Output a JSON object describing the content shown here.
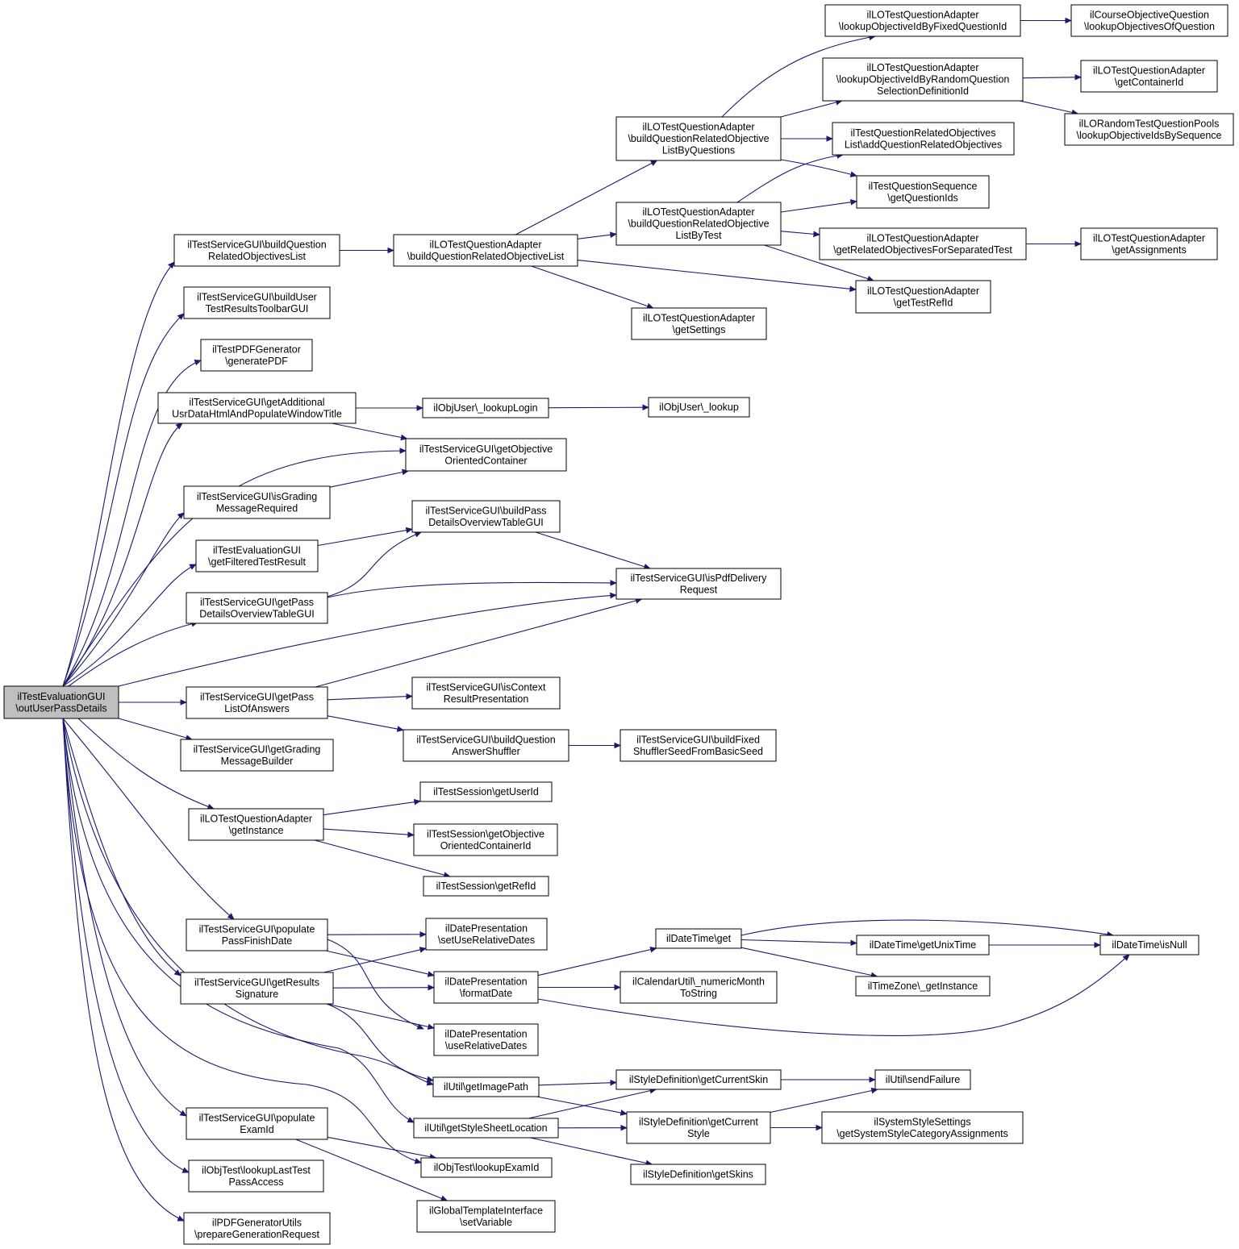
{
  "colors": {
    "edge": "#191970",
    "root_fill": "#bfbfbf",
    "node_fill": "#ffffff",
    "node_border": "#000000"
  },
  "nodes": [
    {
      "id": "root",
      "lines": [
        "ilTestEvaluationGUI",
        "\\outUserPassDetails"
      ],
      "root": true
    },
    {
      "id": "buildQRO",
      "lines": [
        "ilTestServiceGUI\\buildQuestion",
        "RelatedObjectivesList"
      ]
    },
    {
      "id": "buildUserTRT",
      "lines": [
        "ilTestServiceGUI\\buildUser",
        "TestResultsToolbarGUI"
      ]
    },
    {
      "id": "genPDF",
      "lines": [
        "ilTestPDFGenerator",
        "\\generatePDF"
      ]
    },
    {
      "id": "getAddUsr",
      "lines": [
        "ilTestServiceGUI\\getAdditional",
        "UsrDataHtmlAndPopulateWindowTitle"
      ]
    },
    {
      "id": "isGradingMsg",
      "lines": [
        "ilTestServiceGUI\\isGrading",
        "MessageRequired"
      ]
    },
    {
      "id": "getFiltered",
      "lines": [
        "ilTestEvaluationGUI",
        "\\getFilteredTestResult"
      ]
    },
    {
      "id": "getPassDOT",
      "lines": [
        "ilTestServiceGUI\\getPass",
        "DetailsOverviewTableGUI"
      ]
    },
    {
      "id": "getPassLOA",
      "lines": [
        "ilTestServiceGUI\\getPass",
        "ListOfAnswers"
      ]
    },
    {
      "id": "getGradingMB",
      "lines": [
        "ilTestServiceGUI\\getGrading",
        "MessageBuilder"
      ]
    },
    {
      "id": "loGetInstance",
      "lines": [
        "ilLOTestQuestionAdapter",
        "\\getInstance"
      ]
    },
    {
      "id": "popPFD",
      "lines": [
        "ilTestServiceGUI\\populate",
        "PassFinishDate"
      ]
    },
    {
      "id": "getResSig",
      "lines": [
        "ilTestServiceGUI\\getResults",
        "Signature"
      ]
    },
    {
      "id": "popExamId",
      "lines": [
        "ilTestServiceGUI\\populate",
        "ExamId"
      ]
    },
    {
      "id": "lookupLTPA",
      "lines": [
        "ilObjTest\\lookupLastTest",
        "PassAccess"
      ]
    },
    {
      "id": "prepGenReq",
      "lines": [
        "ilPDFGeneratorUtils",
        "\\prepareGenerationRequest"
      ]
    },
    {
      "id": "loBuildQROL",
      "lines": [
        "ilLOTestQuestionAdapter",
        "\\buildQuestionRelatedObjectiveList"
      ]
    },
    {
      "id": "lookupLogin",
      "lines": [
        "ilObjUser\\_lookupLogin"
      ]
    },
    {
      "id": "getObjOC",
      "lines": [
        "ilTestServiceGUI\\getObjective",
        "OrientedContainer"
      ]
    },
    {
      "id": "buildPassDOT",
      "lines": [
        "ilTestServiceGUI\\buildPass",
        "DetailsOverviewTableGUI"
      ]
    },
    {
      "id": "isContextRP",
      "lines": [
        "ilTestServiceGUI\\isContext",
        "ResultPresentation"
      ]
    },
    {
      "id": "buildQAS",
      "lines": [
        "ilTestServiceGUI\\buildQuestion",
        "AnswerShuffler"
      ]
    },
    {
      "id": "getUserId",
      "lines": [
        "ilTestSession\\getUserId"
      ]
    },
    {
      "id": "getObjOCId",
      "lines": [
        "ilTestSession\\getObjective",
        "OrientedContainerId"
      ]
    },
    {
      "id": "getRefId",
      "lines": [
        "ilTestSession\\getRefId"
      ]
    },
    {
      "id": "setUseRel",
      "lines": [
        "ilDatePresentation",
        "\\setUseRelativeDates"
      ]
    },
    {
      "id": "formatDate",
      "lines": [
        "ilDatePresentation",
        "\\formatDate"
      ]
    },
    {
      "id": "useRel",
      "lines": [
        "ilDatePresentation",
        "\\useRelativeDates"
      ]
    },
    {
      "id": "getImagePath",
      "lines": [
        "ilUtil\\getImagePath"
      ]
    },
    {
      "id": "getStyleSheet",
      "lines": [
        "ilUtil\\getStyleSheetLocation"
      ]
    },
    {
      "id": "lookupExamId",
      "lines": [
        "ilObjTest\\lookupExamId"
      ]
    },
    {
      "id": "setVariable",
      "lines": [
        "ilGlobalTemplateInterface",
        "\\setVariable"
      ]
    },
    {
      "id": "loBuildByQ",
      "lines": [
        "ilLOTestQuestionAdapter",
        "\\buildQuestionRelatedObjective",
        "ListByQuestions"
      ]
    },
    {
      "id": "loBuildByT",
      "lines": [
        "ilLOTestQuestionAdapter",
        "\\buildQuestionRelatedObjective",
        "ListByTest"
      ]
    },
    {
      "id": "loGetSettings",
      "lines": [
        "ilLOTestQuestionAdapter",
        "\\getSettings"
      ]
    },
    {
      "id": "objUserLookup",
      "lines": [
        "ilObjUser\\_lookup"
      ]
    },
    {
      "id": "isPdfDR",
      "lines": [
        "ilTestServiceGUI\\isPdfDelivery",
        "Request"
      ]
    },
    {
      "id": "buildFixedSS",
      "lines": [
        "ilTestServiceGUI\\buildFixed",
        "ShufflerSeedFromBasicSeed"
      ]
    },
    {
      "id": "dtGet",
      "lines": [
        "ilDateTime\\get"
      ]
    },
    {
      "id": "calNumMonth",
      "lines": [
        "ilCalendarUtil\\_numericMonth",
        "ToString"
      ]
    },
    {
      "id": "sdCurSkin",
      "lines": [
        "ilStyleDefinition\\getCurrentSkin"
      ]
    },
    {
      "id": "sdCurStyle",
      "lines": [
        "ilStyleDefinition\\getCurrent",
        "Style"
      ]
    },
    {
      "id": "sdGetSkins",
      "lines": [
        "ilStyleDefinition\\getSkins"
      ]
    },
    {
      "id": "loLookupFixed",
      "lines": [
        "ilLOTestQuestionAdapter",
        "\\lookupObjectiveIdByFixedQuestionId"
      ]
    },
    {
      "id": "loLookupRandom",
      "lines": [
        "ilLOTestQuestionAdapter",
        "\\lookupObjectiveIdByRandomQuestion",
        "SelectionDefinitionId"
      ]
    },
    {
      "id": "tqroAdd",
      "lines": [
        "ilTestQuestionRelatedObjectives",
        "List\\addQuestionRelatedObjectives"
      ]
    },
    {
      "id": "tqsGetIds",
      "lines": [
        "ilTestQuestionSequence",
        "\\getQuestionIds"
      ]
    },
    {
      "id": "loGetRelSep",
      "lines": [
        "ilLOTestQuestionAdapter",
        "\\getRelatedObjectivesForSeparatedTest"
      ]
    },
    {
      "id": "loGetTestRefId",
      "lines": [
        "ilLOTestQuestionAdapter",
        "\\getTestRefId"
      ]
    },
    {
      "id": "dtGetUnix",
      "lines": [
        "ilDateTime\\getUnixTime"
      ]
    },
    {
      "id": "tzGetInstance",
      "lines": [
        "ilTimeZone\\_getInstance"
      ]
    },
    {
      "id": "utilSendFailure",
      "lines": [
        "ilUtil\\sendFailure"
      ]
    },
    {
      "id": "sssGetCat",
      "lines": [
        "ilSystemStyleSettings",
        "\\getSystemStyleCategoryAssignments"
      ]
    },
    {
      "id": "coqLookup",
      "lines": [
        "ilCourseObjectiveQuestion",
        "\\lookupObjectivesOfQuestion"
      ]
    },
    {
      "id": "loGetContainer",
      "lines": [
        "ilLOTestQuestionAdapter",
        "\\getContainerId"
      ]
    },
    {
      "id": "lortqpLookup",
      "lines": [
        "ilLORandomTestQuestionPools",
        "\\lookupObjectiveIdsBySequence"
      ]
    },
    {
      "id": "loGetAssign",
      "lines": [
        "ilLOTestQuestionAdapter",
        "\\getAssignments"
      ]
    },
    {
      "id": "dtIsNull",
      "lines": [
        "ilDateTime\\isNull"
      ]
    }
  ],
  "edges": [
    [
      "root",
      "buildQRO"
    ],
    [
      "root",
      "buildUserTRT"
    ],
    [
      "root",
      "genPDF"
    ],
    [
      "root",
      "getAddUsr"
    ],
    [
      "root",
      "getObjOC"
    ],
    [
      "root",
      "isGradingMsg"
    ],
    [
      "root",
      "getFiltered"
    ],
    [
      "root",
      "getPassDOT"
    ],
    [
      "root",
      "isPdfDR"
    ],
    [
      "root",
      "getPassLOA"
    ],
    [
      "root",
      "getGradingMB"
    ],
    [
      "root",
      "loGetInstance"
    ],
    [
      "root",
      "popPFD"
    ],
    [
      "root",
      "getResSig"
    ],
    [
      "root",
      "getImagePath"
    ],
    [
      "root",
      "getStyleSheet"
    ],
    [
      "root",
      "lookupExamId"
    ],
    [
      "root",
      "popExamId"
    ],
    [
      "root",
      "lookupLTPA"
    ],
    [
      "root",
      "prepGenReq"
    ],
    [
      "buildQRO",
      "loBuildQROL"
    ],
    [
      "loBuildQROL",
      "loBuildByQ"
    ],
    [
      "loBuildQROL",
      "loBuildByT"
    ],
    [
      "loBuildQROL",
      "loGetTestRefId"
    ],
    [
      "loBuildQROL",
      "loGetSettings"
    ],
    [
      "loBuildByQ",
      "loLookupFixed"
    ],
    [
      "loBuildByQ",
      "loLookupRandom"
    ],
    [
      "loBuildByQ",
      "tqroAdd"
    ],
    [
      "loBuildByQ",
      "tqsGetIds"
    ],
    [
      "loBuildByT",
      "tqroAdd"
    ],
    [
      "loBuildByT",
      "tqsGetIds"
    ],
    [
      "loBuildByT",
      "loGetRelSep"
    ],
    [
      "loBuildByT",
      "loGetTestRefId"
    ],
    [
      "loLookupFixed",
      "coqLookup"
    ],
    [
      "loLookupRandom",
      "loGetContainer"
    ],
    [
      "loLookupRandom",
      "lortqpLookup"
    ],
    [
      "loGetRelSep",
      "loGetAssign"
    ],
    [
      "getAddUsr",
      "lookupLogin"
    ],
    [
      "getAddUsr",
      "getObjOC"
    ],
    [
      "lookupLogin",
      "objUserLookup"
    ],
    [
      "isGradingMsg",
      "getObjOC"
    ],
    [
      "getFiltered",
      "buildPassDOT"
    ],
    [
      "getPassDOT",
      "buildPassDOT"
    ],
    [
      "getPassDOT",
      "isPdfDR"
    ],
    [
      "buildPassDOT",
      "isPdfDR"
    ],
    [
      "getPassLOA",
      "isPdfDR"
    ],
    [
      "getPassLOA",
      "isContextRP"
    ],
    [
      "getPassLOA",
      "buildQAS"
    ],
    [
      "buildQAS",
      "buildFixedSS"
    ],
    [
      "loGetInstance",
      "getUserId"
    ],
    [
      "loGetInstance",
      "getObjOCId"
    ],
    [
      "loGetInstance",
      "getRefId"
    ],
    [
      "popPFD",
      "setUseRel"
    ],
    [
      "popPFD",
      "formatDate"
    ],
    [
      "popPFD",
      "useRel"
    ],
    [
      "getResSig",
      "setUseRel"
    ],
    [
      "getResSig",
      "formatDate"
    ],
    [
      "getResSig",
      "useRel"
    ],
    [
      "getResSig",
      "getImagePath"
    ],
    [
      "formatDate",
      "dtGet"
    ],
    [
      "formatDate",
      "calNumMonth"
    ],
    [
      "formatDate",
      "dtIsNull"
    ],
    [
      "dtGet",
      "dtGetUnix"
    ],
    [
      "dtGet",
      "tzGetInstance"
    ],
    [
      "dtGet",
      "dtIsNull"
    ],
    [
      "dtGetUnix",
      "dtIsNull"
    ],
    [
      "getImagePath",
      "sdCurSkin"
    ],
    [
      "getImagePath",
      "sdCurStyle"
    ],
    [
      "getStyleSheet",
      "sdCurSkin"
    ],
    [
      "getStyleSheet",
      "sdCurStyle"
    ],
    [
      "getStyleSheet",
      "sdGetSkins"
    ],
    [
      "sdCurSkin",
      "utilSendFailure"
    ],
    [
      "sdCurStyle",
      "utilSendFailure"
    ],
    [
      "sdCurStyle",
      "sssGetCat"
    ],
    [
      "popExamId",
      "lookupExamId"
    ],
    [
      "popExamId",
      "setVariable"
    ]
  ]
}
